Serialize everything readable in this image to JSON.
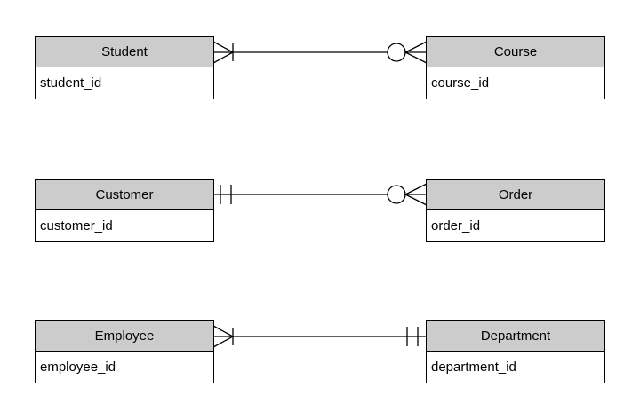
{
  "diagram": {
    "type": "entity-relationship-crows-foot",
    "background_color": "#ffffff",
    "entity_header_fill": "#cccccc",
    "entity_body_fill": "#ffffff",
    "line_color": "#000000",
    "entities": [
      {
        "name": "Student",
        "attributes": [
          "student_id"
        ]
      },
      {
        "name": "Course",
        "attributes": [
          "course_id"
        ]
      },
      {
        "name": "Customer",
        "attributes": [
          "customer_id"
        ]
      },
      {
        "name": "Order",
        "attributes": [
          "order_id"
        ]
      },
      {
        "name": "Employee",
        "attributes": [
          "employee_id"
        ]
      },
      {
        "name": "Department",
        "attributes": [
          "department_id"
        ]
      }
    ],
    "relationships": [
      {
        "from": "Student",
        "to": "Course",
        "from_cardinality": "one or many",
        "to_cardinality": "zero or many",
        "from_symbol": "crows-foot-with-bar",
        "to_symbol": "circle-with-crows-foot"
      },
      {
        "from": "Customer",
        "to": "Order",
        "from_cardinality": "exactly one",
        "to_cardinality": "zero or many",
        "from_symbol": "double-bar",
        "to_symbol": "circle-with-crows-foot"
      },
      {
        "from": "Employee",
        "to": "Department",
        "from_cardinality": "one or many",
        "to_cardinality": "exactly one",
        "from_symbol": "crows-foot-with-bar",
        "to_symbol": "double-bar"
      }
    ]
  }
}
